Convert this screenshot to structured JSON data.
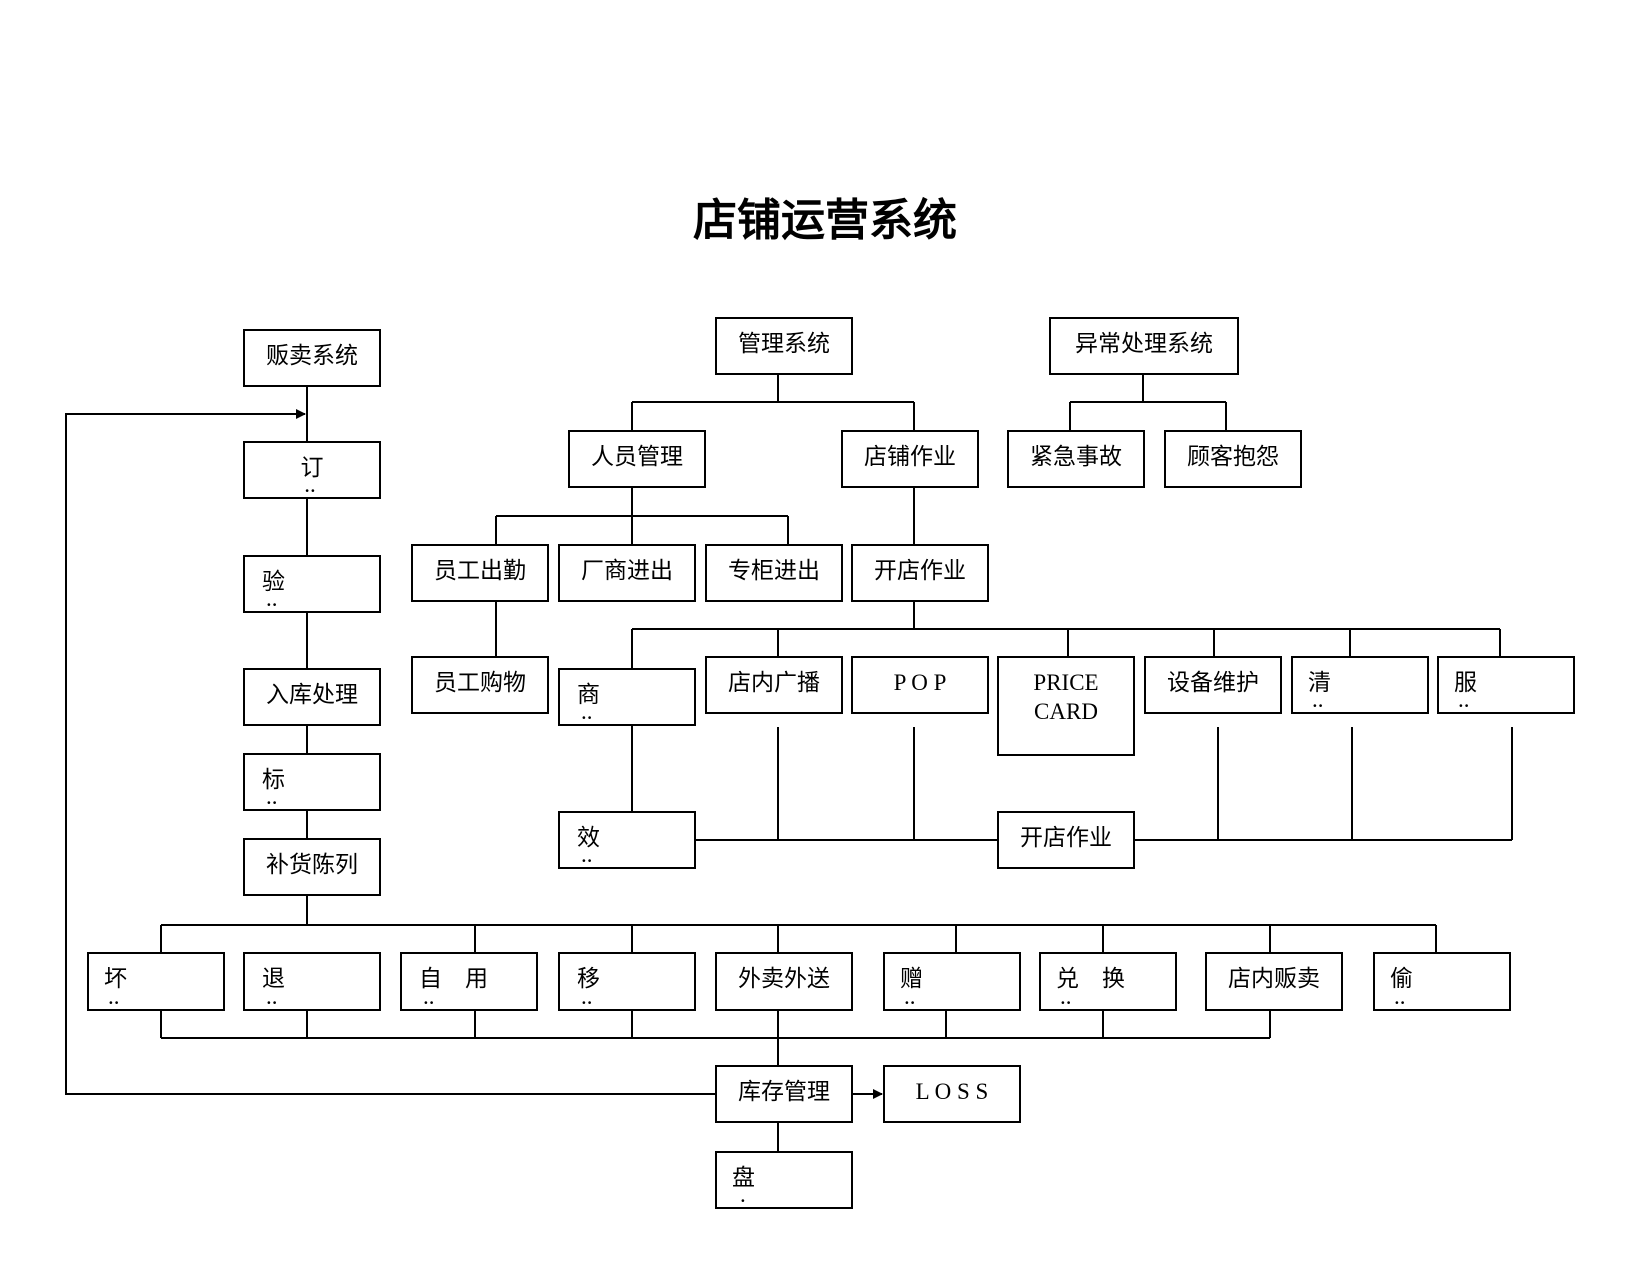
{
  "title": "店铺运营系统",
  "nodes": {
    "sales_system": "贩卖系统",
    "order": "订",
    "order_sub": "..",
    "inspect": "验",
    "inspect_sub": "..",
    "stock_in": "入库处理",
    "tag": "标",
    "tag_sub": "..",
    "restock": "补货陈列",
    "mgmt_system": "管理系统",
    "staff_mgmt": "人员管理",
    "store_ops": "店铺作业",
    "attendance": "员工出勤",
    "vendor_io": "厂商进出",
    "counter_io": "专柜进出",
    "opening_ops": "开店作业",
    "staff_purchase": "员工购物",
    "goods": "商",
    "goods_sub": "..",
    "broadcast": "店内广播",
    "pop": "P O P",
    "price_card_1": "PRICE",
    "price_card_2": "CARD",
    "equipment": "设备维护",
    "cleaning": "清",
    "cleaning_sub": "..",
    "service": "服",
    "service_sub": "..",
    "efficiency": "效",
    "efficiency_sub": "..",
    "opening_ops_2": "开店作业",
    "exception_system": "异常处理系统",
    "emergency": "紧急事故",
    "complaint": "顾客抱怨",
    "damaged": "坏",
    "damaged_sub": "..",
    "returns": "退",
    "returns_sub": "..",
    "self_use": "自　用",
    "self_use_sub": "..",
    "transfer": "移",
    "transfer_sub": "..",
    "delivery": "外卖外送",
    "gift": "赠",
    "gift_sub": "..",
    "exchange": "兑　换",
    "exchange_sub": "..",
    "in_store_sale": "店内贩卖",
    "theft": "偷",
    "theft_sub": "..",
    "inventory": "库存管理",
    "loss": "L O S S",
    "stocktake": "盘",
    "stocktake_sub": "."
  }
}
